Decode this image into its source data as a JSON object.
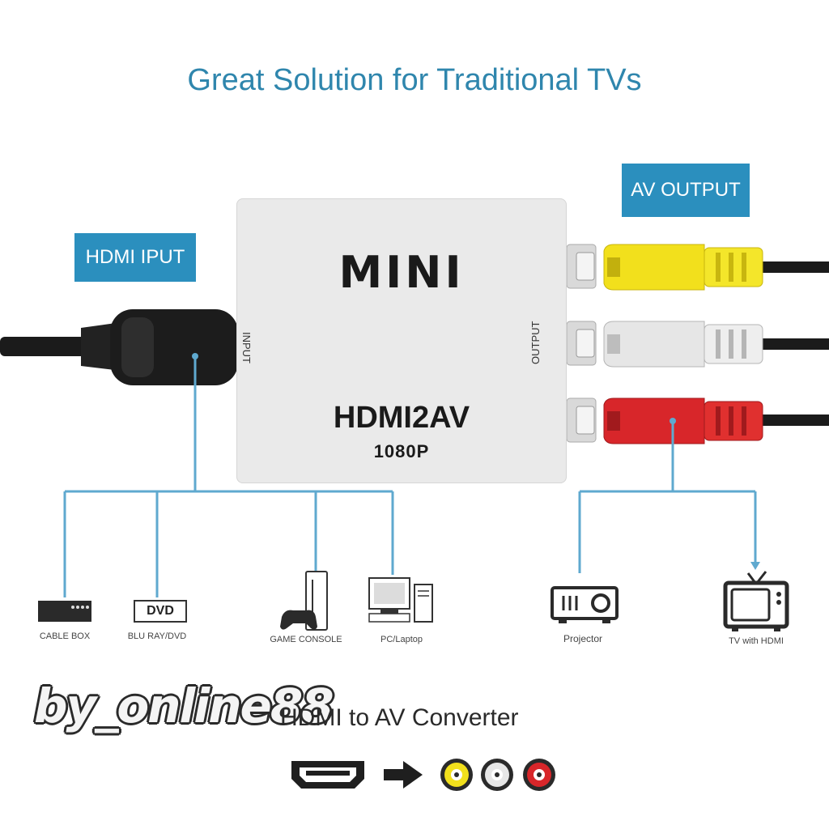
{
  "title": "Great Solution for Traditional TVs",
  "tags": {
    "hdmi_input": "HDMI IPUT",
    "av_output": "AV OUTPUT"
  },
  "device": {
    "brand": "MINI",
    "model": "HDMI2AV",
    "resolution": "1080P",
    "input_label": "INPUT",
    "output_label": "OUTPUT",
    "color": "#eaeaea"
  },
  "sources": [
    {
      "label": "CABLE BOX",
      "icon": "cable-box-icon"
    },
    {
      "label": "BLU RAY/DVD",
      "icon": "dvd-player-icon",
      "badge": "DVD"
    },
    {
      "label": "GAME CONSOLE",
      "icon": "game-console-icon"
    },
    {
      "label": "PC/Laptop",
      "icon": "pc-laptop-icon"
    }
  ],
  "outputs": [
    {
      "label": "Projector",
      "icon": "projector-icon"
    },
    {
      "label": "TV with HDMI",
      "icon": "tv-icon"
    }
  ],
  "watermark": "by_online88",
  "converter_caption": "HDMI to AV Converter",
  "colors": {
    "accent": "#2b8fbe",
    "line": "#5fa9cf",
    "yellow": "#f2e01c",
    "white": "#e6e6e6",
    "red": "#d8262a"
  }
}
